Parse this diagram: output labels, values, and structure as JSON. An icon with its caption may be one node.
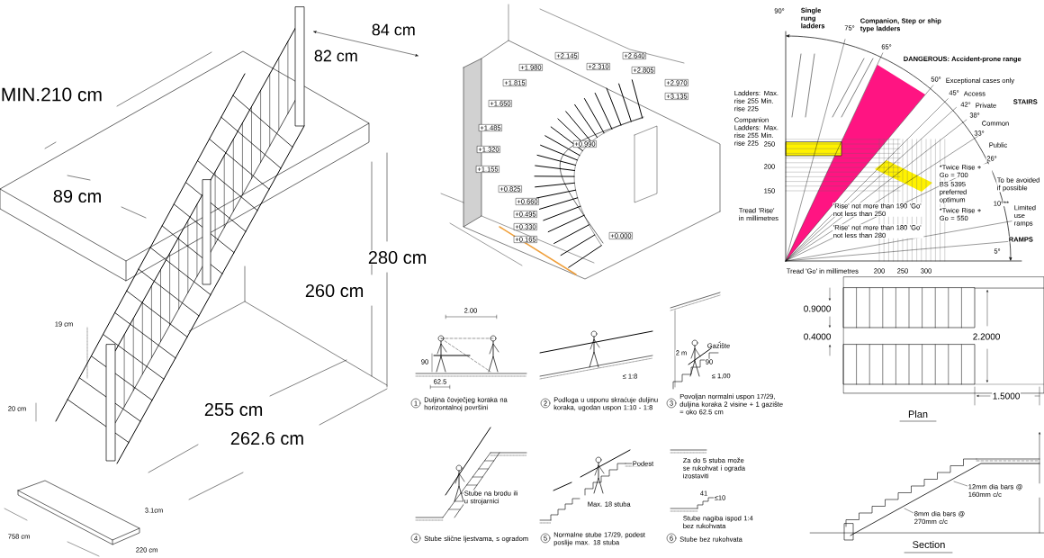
{
  "diagram": {
    "nodes": [
      {
        "text": [
          "+1.980"
        ]
      },
      {
        "text": [
          "+2.145"
        ]
      },
      {
        "text": [
          "+2.310"
        ]
      },
      {
        "text": [
          "+2.640"
        ]
      },
      {
        "text": [
          "+2.805"
        ]
      },
      {
        "text": [
          "+2.970"
        ]
      },
      {
        "text": [
          "+3.135"
        ]
      },
      {
        "text": [
          "+1.815"
        ]
      },
      {
        "text": [
          "+1.650"
        ]
      },
      {
        "text": [
          "+1.485"
        ]
      },
      {
        "text": [
          "+1.320"
        ]
      },
      {
        "text": [
          "+1.155"
        ]
      },
      {
        "text": [
          "+0.990"
        ]
      },
      {
        "text": [
          "+0.825"
        ]
      },
      {
        "text": [
          "+0.660"
        ]
      },
      {
        "text": [
          "+0.495"
        ]
      },
      {
        "text": [
          "+0.330"
        ]
      },
      {
        "text": [
          "+0.165"
        ]
      },
      {
        "text": [
          "+0.000"
        ]
      },
      {
        "text": [
          "1"
        ],
        "beside": [
          "Duljina čovječjeg koraka na horizontalnoj površini"
        ]
      },
      {
        "text": [
          "2"
        ],
        "beside": [
          "Podloga u usponu skraćuje duljinu koraka, ugodan uspon 1:10 - 1:8"
        ]
      },
      {
        "text": [
          "3"
        ],
        "beside": [
          "Povoljan normalni uspon 17/29, duljina koraka 2 visine + 1 gazište = oko 62.5 cm"
        ]
      },
      {
        "text": [
          "4"
        ],
        "beside": [
          "Stube slične ljestvama, s ogradom"
        ]
      },
      {
        "text": [
          "5"
        ],
        "beside": [
          "Normalne stube 17/29, podest poslije max. 18 stuba"
        ]
      },
      {
        "text": [
          "6"
        ],
        "beside": [
          "Stube bez rukohvata"
        ]
      }
    ],
    "labels": [
      "84 cm",
      "82 cm",
      "MIN.210 cm",
      "89 cm",
      "280 cm",
      "260 cm",
      "19 cm",
      "20 cm",
      "255 cm",
      "262.6 cm",
      "3.1cm",
      "758 cm",
      "220 cm",
      "Single rung ladders",
      "Companion, Step or ship type ladders",
      "90°",
      "75°",
      "65°",
      "DANGEROUS: Accident-prone range",
      "50°",
      "Exceptional cases only",
      "45°",
      "Access",
      "42°",
      "Private",
      "38°",
      "Common",
      "33°",
      "Public",
      "26°",
      "STAIRS",
      "Ladders: Max. rise 255 Min. rise 225",
      "Companion Ladders: Max. rise 255 Min. rise 225",
      "250",
      "200",
      "150",
      "Tread 'Rise' in millimetres",
      "*Twice Rise + Go = 700",
      "BS 5395 preferred optimum",
      "*Twice Rise + Go = 550",
      "To be avoided if possible",
      "10°**",
      "Limited use ramps",
      "RAMPS",
      "5°",
      "'Rise' not more than 190 'Go' not less than 250",
      "'Rise' not more than 180 'Go' not less than 280",
      "Tread 'Go' in millimetres",
      "200",
      "250",
      "300",
      "2.00",
      "90",
      "62.5",
      "≤ 1:8",
      "2 m",
      "Gazište",
      "90",
      "≤ 1,00",
      "Stube na brodu ili u strojarnici",
      "Podest",
      "Max. 18 stuba",
      "Za do 5 stuba može se rukohvat i ograda izostaviti",
      "41",
      "≤10",
      "Stube nagiba ispod 1:4 bez rukohvata",
      "0.9000",
      "0.4000",
      "2.2000",
      "1.5000",
      "Plan",
      "12mm dia bars @ 160mm c/c",
      "8mm dia bars @ 270mm c/c",
      "Section"
    ]
  }
}
